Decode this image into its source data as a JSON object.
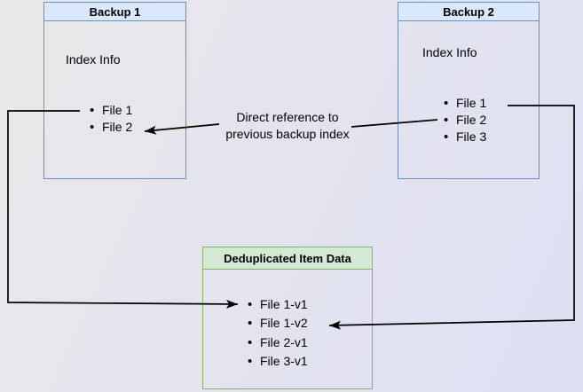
{
  "diagram": {
    "backup1": {
      "title": "Backup 1",
      "section_label": "Index Info",
      "files": [
        "File 1",
        "File 2"
      ]
    },
    "backup2": {
      "title": "Backup 2",
      "section_label": "Index Info",
      "files": [
        "File 1",
        "File 2",
        "File 3"
      ]
    },
    "dedup": {
      "title": "Deduplicated Item Data",
      "files": [
        "File 1-v1",
        "File 1-v2",
        "File 2-v1",
        "File 3-v1"
      ]
    },
    "annotation": "Direct reference to\nprevious backup index",
    "colors": {
      "backup_header_fill": "#dae8fc",
      "backup_border": "#6c8ebf",
      "dedup_header_fill": "#d5e8d4",
      "dedup_border": "#82b366",
      "connector": "#000000",
      "text": "#000000"
    }
  }
}
